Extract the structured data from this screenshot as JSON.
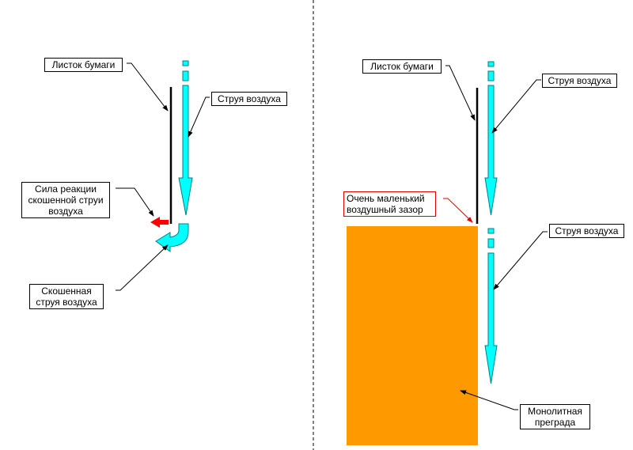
{
  "left": {
    "paper_label": "Листок бумаги",
    "jet_label": "Струя воздуха",
    "reaction_label": [
      "Сила реакции",
      "скошенной струи",
      "воздуха"
    ],
    "deflected_label": [
      "Скошенная",
      "струя воздуха"
    ]
  },
  "right": {
    "paper_label": "Листок бумаги",
    "jet_label_top": "Струя воздуха",
    "gap_label": [
      "Очень маленький",
      "воздушный зазор"
    ],
    "jet_label_bottom": "Струя воздуха",
    "obstacle_label": [
      "Монолитная",
      "преграда"
    ]
  },
  "colors": {
    "jet": "#00ffff",
    "obstacle": "#ff9900",
    "force": "#ff0000",
    "gap_callout": "#e00000"
  }
}
